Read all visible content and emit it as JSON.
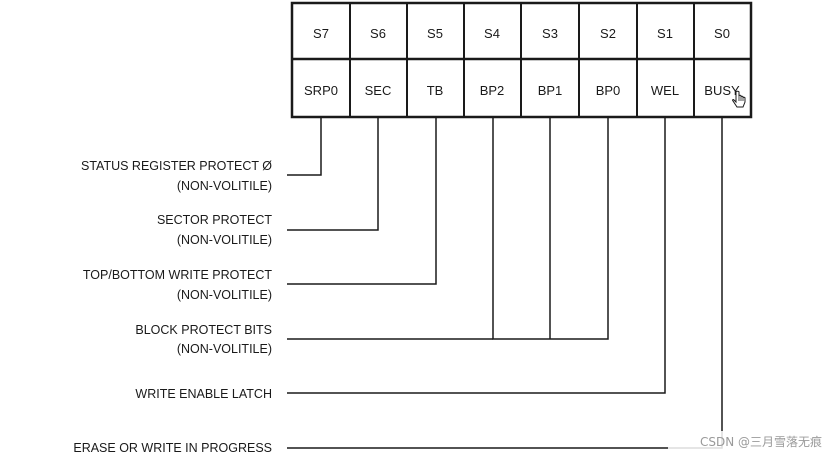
{
  "register": {
    "bit_names": [
      "S7",
      "S6",
      "S5",
      "S4",
      "S3",
      "S2",
      "S1",
      "S0"
    ],
    "bit_fields": [
      "SRP0",
      "SEC",
      "TB",
      "BP2",
      "BP1",
      "BP0",
      "WEL",
      "BUSY"
    ]
  },
  "labels": [
    {
      "line1": "STATUS REGISTER PROTECT Ø",
      "line2": "(NON-VOLITILE)"
    },
    {
      "line1": "SECTOR PROTECT",
      "line2": "(NON-VOLITILE)"
    },
    {
      "line1": "TOP/BOTTOM WRITE PROTECT",
      "line2": "(NON-VOLITILE)"
    },
    {
      "line1": "BLOCK PROTECT BITS",
      "line2": "(NON-VOLITILE)"
    },
    {
      "line1": "WRITE ENABLE LATCH",
      "line2": ""
    },
    {
      "line1": "ERASE OR WRITE IN PROGRESS",
      "line2": ""
    }
  ],
  "watermark": "CSDN @三月雪落无痕",
  "icons": {
    "cursor": "hand-pointer-icon"
  }
}
